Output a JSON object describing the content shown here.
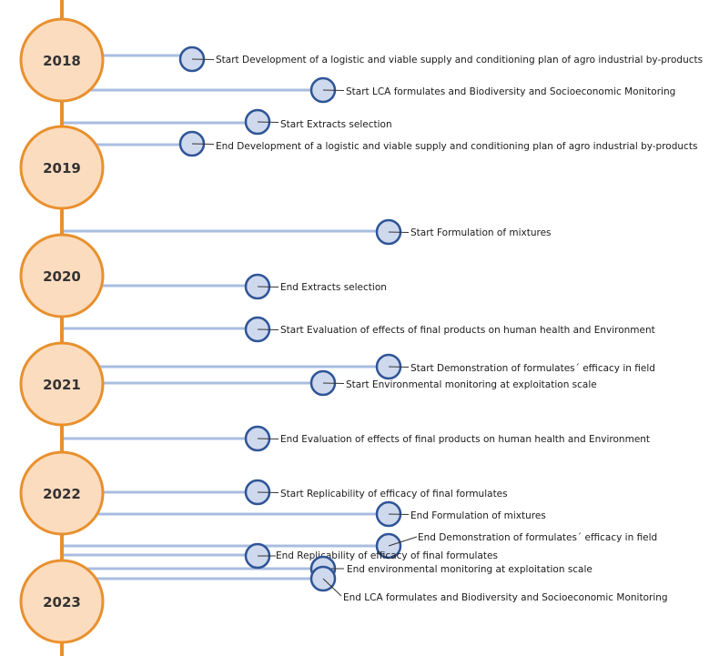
{
  "colors": {
    "axis": "#e8902e",
    "year_fill": "#fcdcbf",
    "year_stroke": "#e8902e",
    "connector": "#a9bde0",
    "event_fill": "#cfd9ee",
    "event_stroke": "#2f5597",
    "text": "#1a1a1a",
    "leader": "#333333"
  },
  "years": [
    "2018",
    "2019",
    "2020",
    "2021",
    "2022",
    "2023"
  ],
  "events": [
    {
      "label": "Start Development of a logistic and viable supply and conditioning plan of agro industrial by-products"
    },
    {
      "label": "Start LCA formulates and Biodiversity and Socioeconomic Monitoring"
    },
    {
      "label": "Start Extracts selection"
    },
    {
      "label": "End Development of a logistic and viable supply and conditioning plan of agro industrial by-products"
    },
    {
      "label": "Start Formulation of mixtures"
    },
    {
      "label": "End Extracts selection"
    },
    {
      "label": "Start Evaluation of effects of final products on human health and Environment"
    },
    {
      "label": "Start Demonstration of formulates´ efficacy in field"
    },
    {
      "label": "Start Environmental monitoring at exploitation scale"
    },
    {
      "label": "End Evaluation of effects of final products on human health and Environment"
    },
    {
      "label": "Start Replicability of efficacy of final formulates"
    },
    {
      "label": "End Formulation of mixtures"
    },
    {
      "label": "End Demonstration of formulates´ efficacy in field"
    },
    {
      "label": "End Replicability of efficacy of final formulates"
    },
    {
      "label": "End environmental monitoring at exploitation scale"
    },
    {
      "label": "End LCA formulates and Biodiversity and Socioeconomic Monitoring"
    }
  ]
}
